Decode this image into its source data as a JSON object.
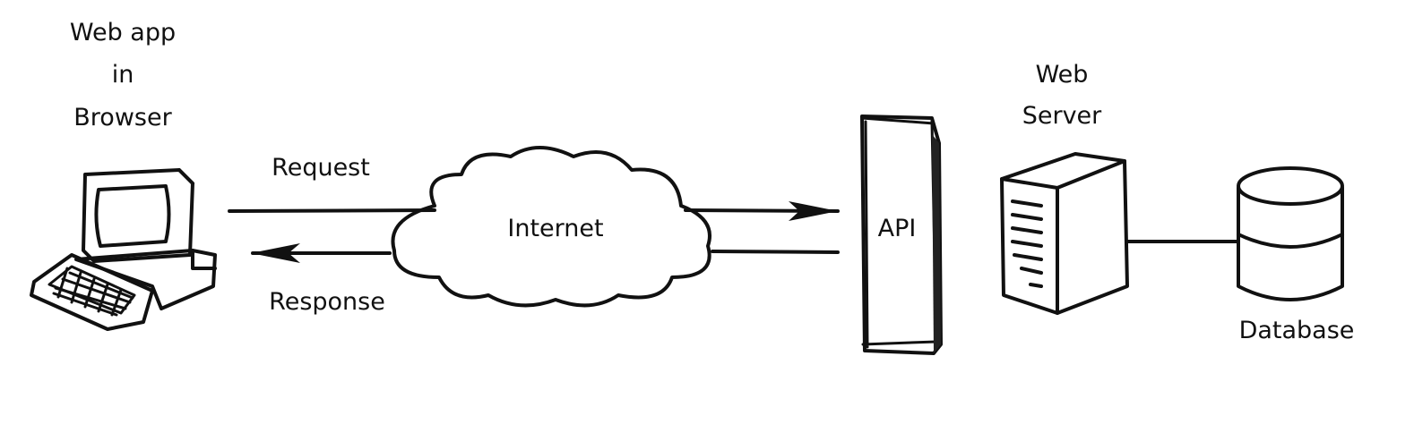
{
  "labels": {
    "browser_line1": "Web app",
    "browser_line2": "in",
    "browser_line3": "Browser",
    "request": "Request",
    "response": "Response",
    "internet": "Internet",
    "api": "API",
    "server_line1": "Web",
    "server_line2": "Server",
    "database": "Database"
  }
}
